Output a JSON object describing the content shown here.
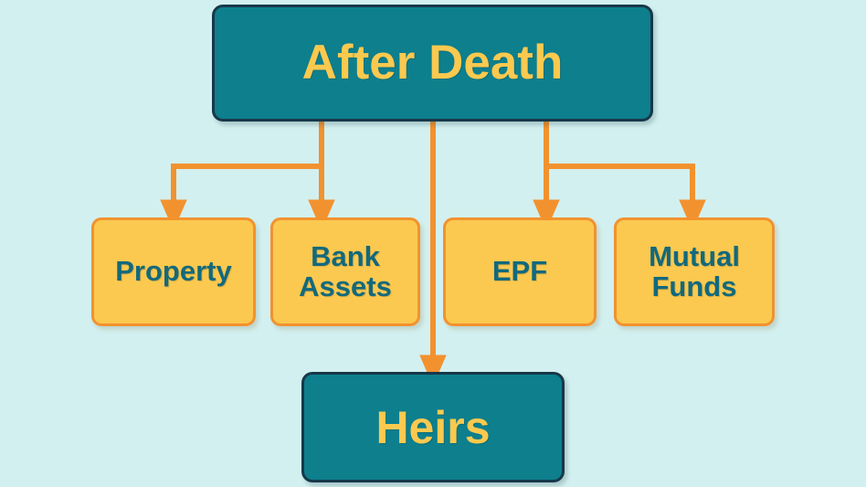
{
  "diagram": {
    "title": "After Death",
    "background_color": "#d3f0f0",
    "colors": {
      "teal_fill": "#0d7f8d",
      "teal_border": "#17384a",
      "yellow_fill": "#fbc94f",
      "yellow_border": "#f2922f",
      "connector": "#f2922f",
      "teal_text": "#12697d",
      "yellow_text": "#fbc94f"
    },
    "root": {
      "label": "After Death",
      "name": "after-death"
    },
    "branches": [
      {
        "label": "Property",
        "name": "property"
      },
      {
        "label": "Bank\nAssets",
        "name": "bank-assets"
      },
      {
        "label": "EPF",
        "name": "epf"
      },
      {
        "label": "Mutual\nFunds",
        "name": "mutual-funds"
      }
    ],
    "terminal": {
      "label": "Heirs",
      "name": "heirs"
    },
    "connectors": [
      {
        "from": "after-death",
        "to": "property",
        "name": "connector-after-death-to-property"
      },
      {
        "from": "after-death",
        "to": "bank-assets",
        "name": "connector-after-death-to-bank-assets"
      },
      {
        "from": "after-death",
        "to": "epf",
        "name": "connector-after-death-to-epf"
      },
      {
        "from": "after-death",
        "to": "mutual-funds",
        "name": "connector-after-death-to-mutual-funds"
      },
      {
        "from": "after-death",
        "to": "heirs",
        "name": "connector-after-death-to-heirs"
      }
    ]
  }
}
